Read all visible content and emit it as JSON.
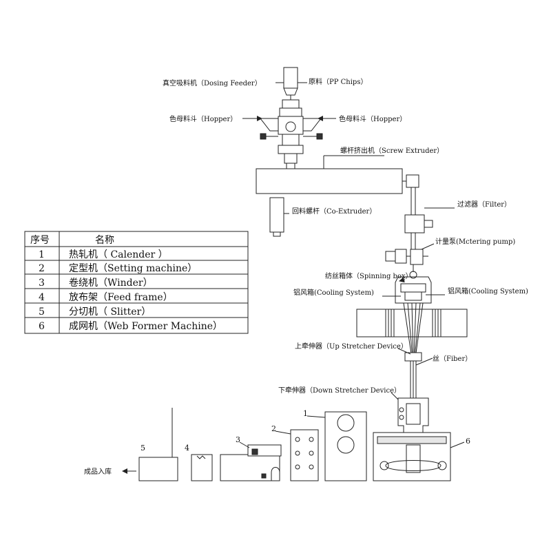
{
  "labels": {
    "dosing_feeder": "真空吸料机（Dosing Feeder）",
    "pp_chips": "原料（PP Chips）",
    "hopper_left": "色母料斗（Hopper）",
    "hopper_right": "色母料斗（Hopper）",
    "screw_extruder": "螺杆挤出机（Screw Extruder）",
    "co_extruder": "回料螺杆（Co-Extruder）",
    "filter": "过滤器（Filter）",
    "metering_pump": "计量泵(Mctering pump)",
    "spinning_box": "纺丝箱体（Spinning box）",
    "cooling_left": "铝风箱(Cooling System)",
    "cooling_right": "铝风箱(Cooling System)",
    "up_stretcher": "上牵伸器（Up Stretcher Device）",
    "fiber": "丝（Fiber）",
    "down_stretcher": "下牵伸器（Down Stretcher Device）",
    "warehouse": "成品入库"
  },
  "table": {
    "header": [
      "序号",
      "名称"
    ],
    "rows": [
      [
        "1",
        "热轧机（ Calender ）"
      ],
      [
        "2",
        "定型机（Setting machine）"
      ],
      [
        "3",
        "卷绕机（Winder）"
      ],
      [
        "4",
        "放布架（Feed frame）"
      ],
      [
        "5",
        "分切机（ Slitter）"
      ],
      [
        "6",
        "成网机（Web Former Machine）"
      ]
    ]
  },
  "machine_numbers": [
    "1",
    "2",
    "3",
    "4",
    "5",
    "6"
  ]
}
